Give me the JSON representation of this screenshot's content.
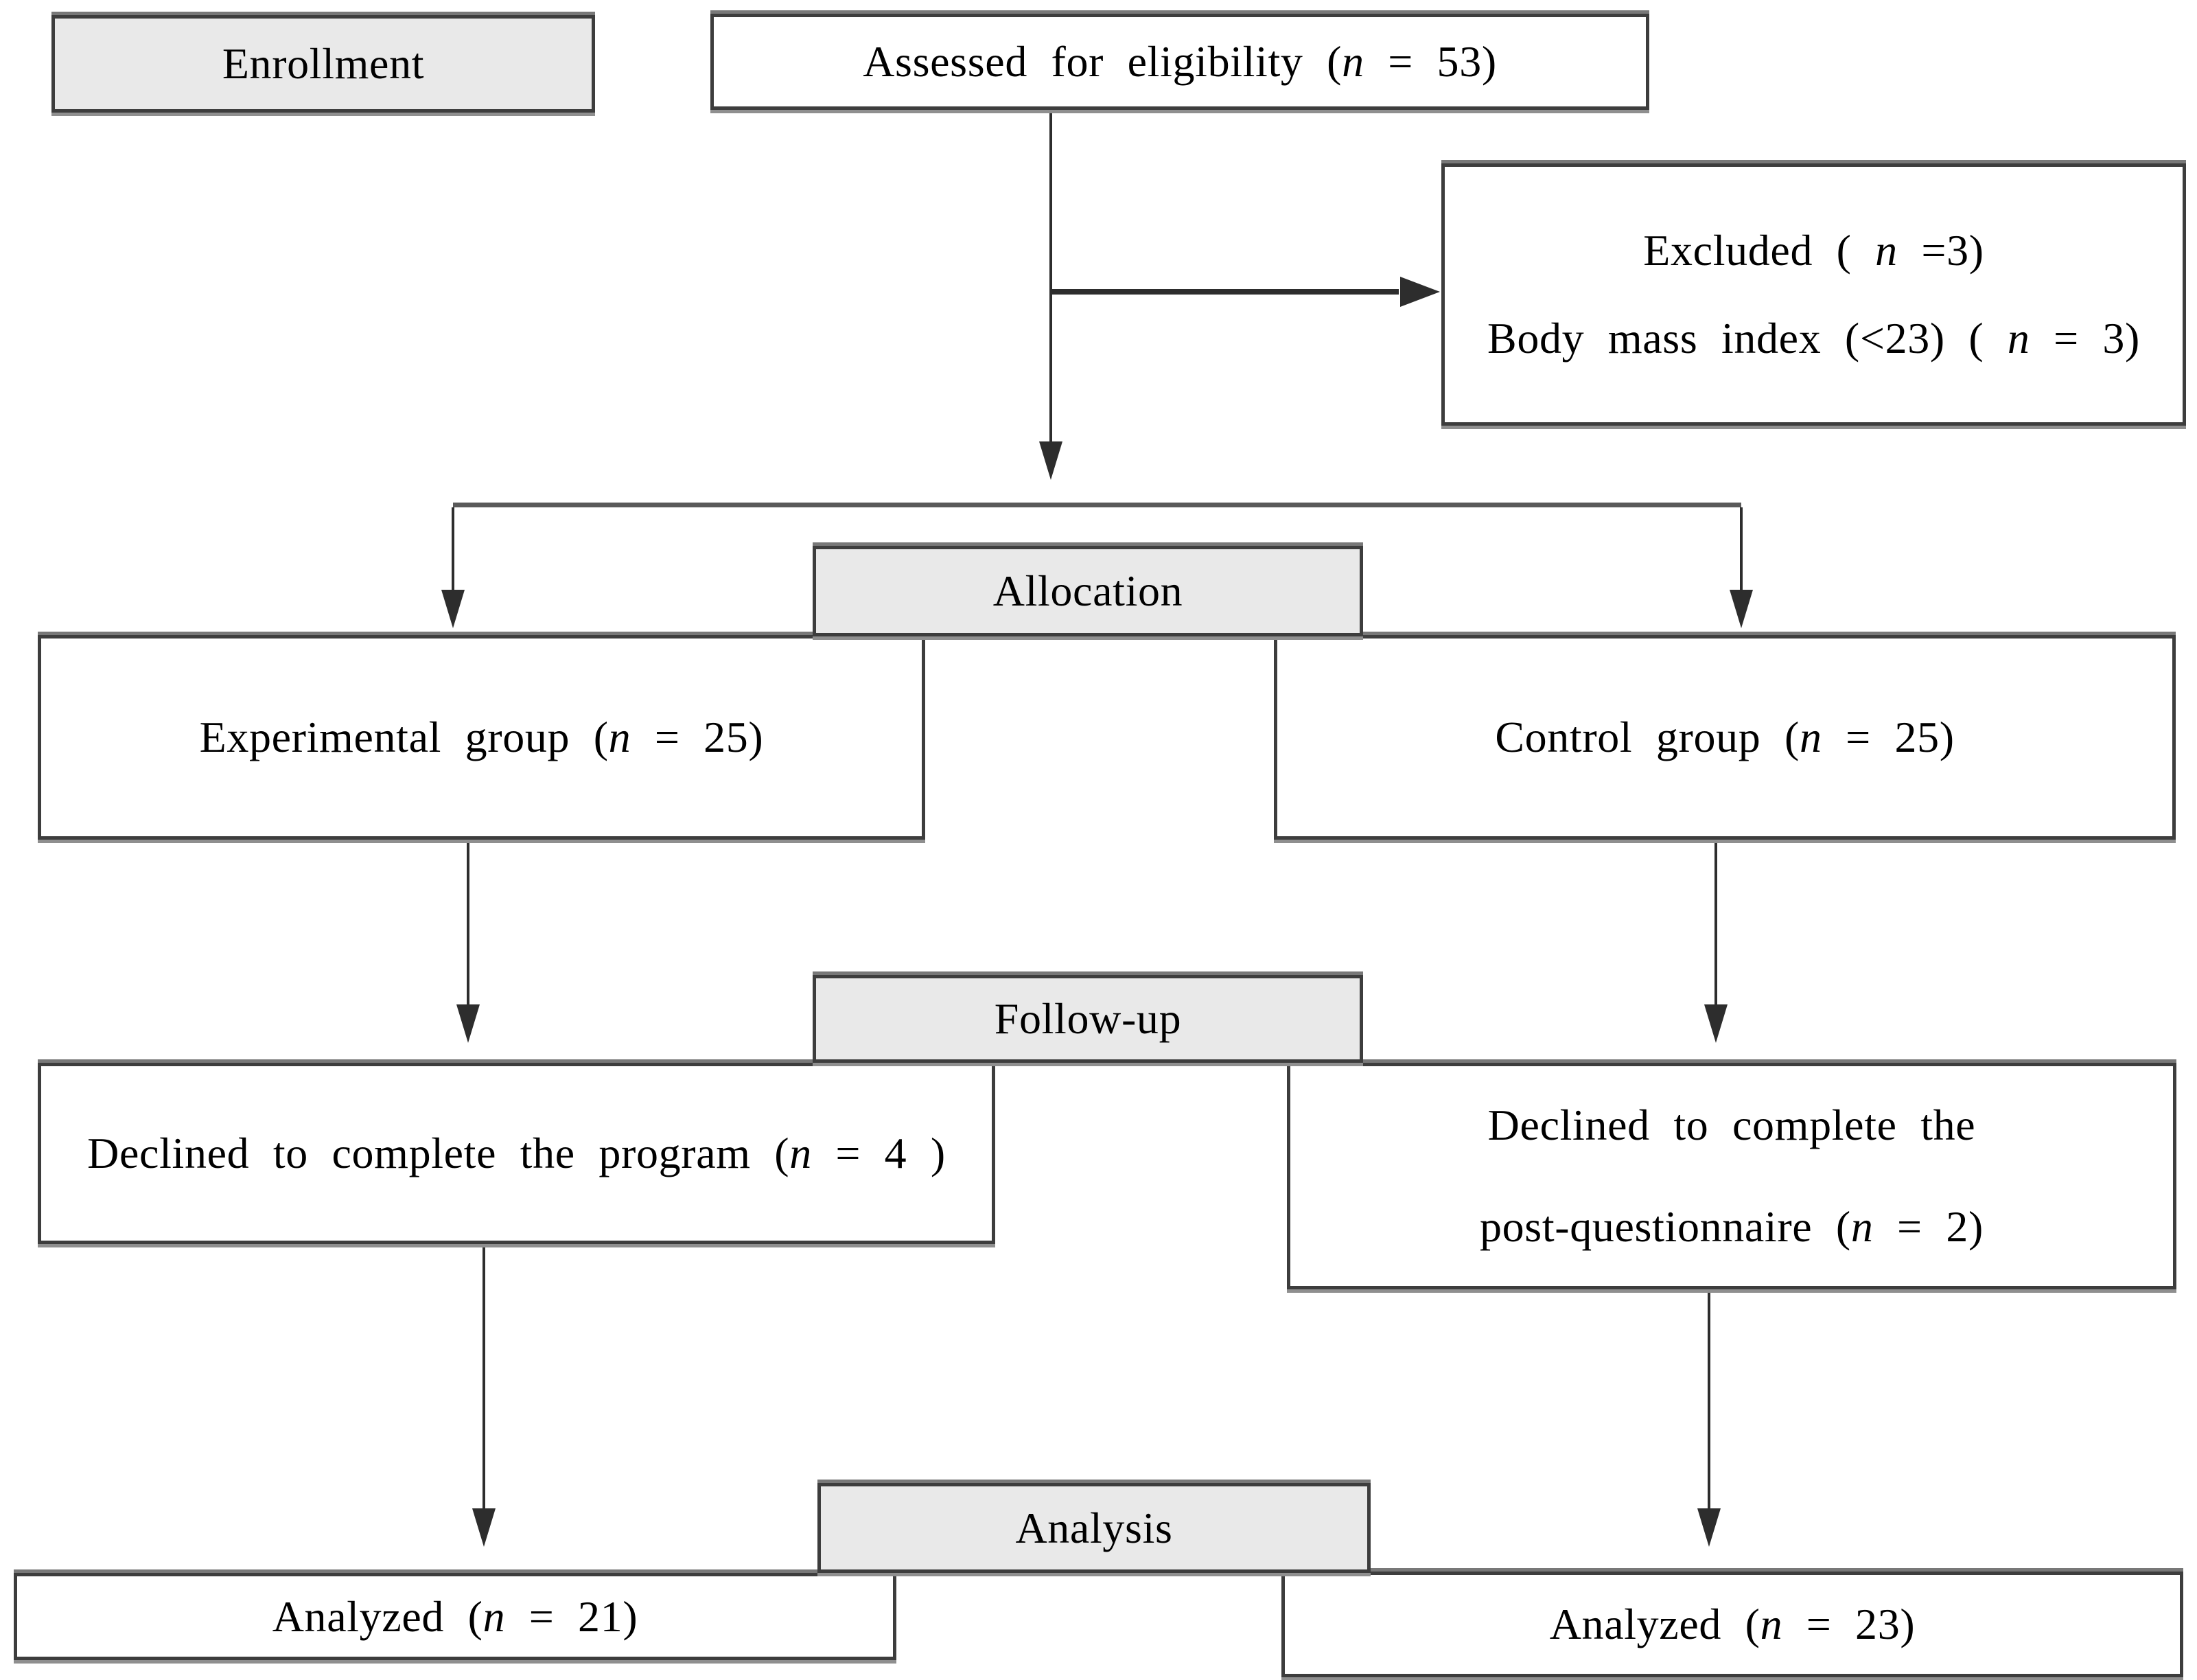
{
  "stages": {
    "enrollment": {
      "label": "Enrollment"
    },
    "allocation": {
      "label": "Allocation"
    },
    "followup": {
      "label": "Follow-up"
    },
    "analysis": {
      "label": "Analysis"
    }
  },
  "boxes": {
    "assessed": {
      "text": "Assessed for eligibility (n = 53)"
    },
    "excluded": {
      "line1": "Excluded ( n =3)",
      "line2": "Body mass index (<23) ( n = 3)"
    },
    "experimental": {
      "text": "Experimental group (n = 25)"
    },
    "control": {
      "text": "Control group (n = 25)"
    },
    "declined_experimental": {
      "text": "Declined to complete the program (n = 4 )"
    },
    "declined_control": {
      "line1": "Declined to complete the",
      "line2": "post-questionnaire (n = 2)"
    },
    "analyzed_experimental": {
      "text": "Analyzed (n = 21)"
    },
    "analyzed_control": {
      "text": "Analyzed (n = 23)"
    }
  },
  "counts": {
    "assessed": 53,
    "excluded_total": 3,
    "excluded_bmi": 3,
    "experimental_allocated": 25,
    "control_allocated": 25,
    "experimental_declined": 4,
    "control_declined": 2,
    "experimental_analyzed": 21,
    "control_analyzed": 23
  },
  "colors": {
    "stage_fill": "#e9e9e9",
    "box_fill": "#ffffff",
    "border": "#3d3d3d",
    "line": "#2d2d2d",
    "connector": "#5a5a5a",
    "text": "#000000"
  }
}
